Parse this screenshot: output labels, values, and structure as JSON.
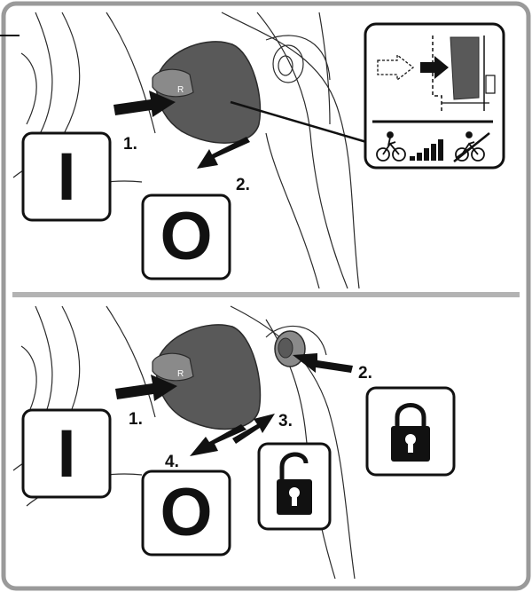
{
  "colors": {
    "frame": "#9a9a9a",
    "divider": "#b3b3b3",
    "ink": "#111111",
    "panel_fill": "#595959",
    "panel_fill_light": "#8a8a8a",
    "line_art": "#2b2b2b",
    "ghost_arrow": "#ffffff"
  },
  "top_panel": {
    "step_labels": [
      "1.",
      "2."
    ],
    "symbols": {
      "on": "I",
      "off": "O"
    }
  },
  "inset": {
    "icons": [
      "bicycle-icon",
      "signal-strength-bars-icon",
      "bicycle-crossed-out-icon"
    ]
  },
  "bottom_panel": {
    "step_labels": [
      "1.",
      "2.",
      "3.",
      "4."
    ],
    "symbols": {
      "on": "I",
      "off": "O",
      "locked_icon": "padlock-closed-icon",
      "unlocked_icon": "padlock-open-icon"
    }
  }
}
